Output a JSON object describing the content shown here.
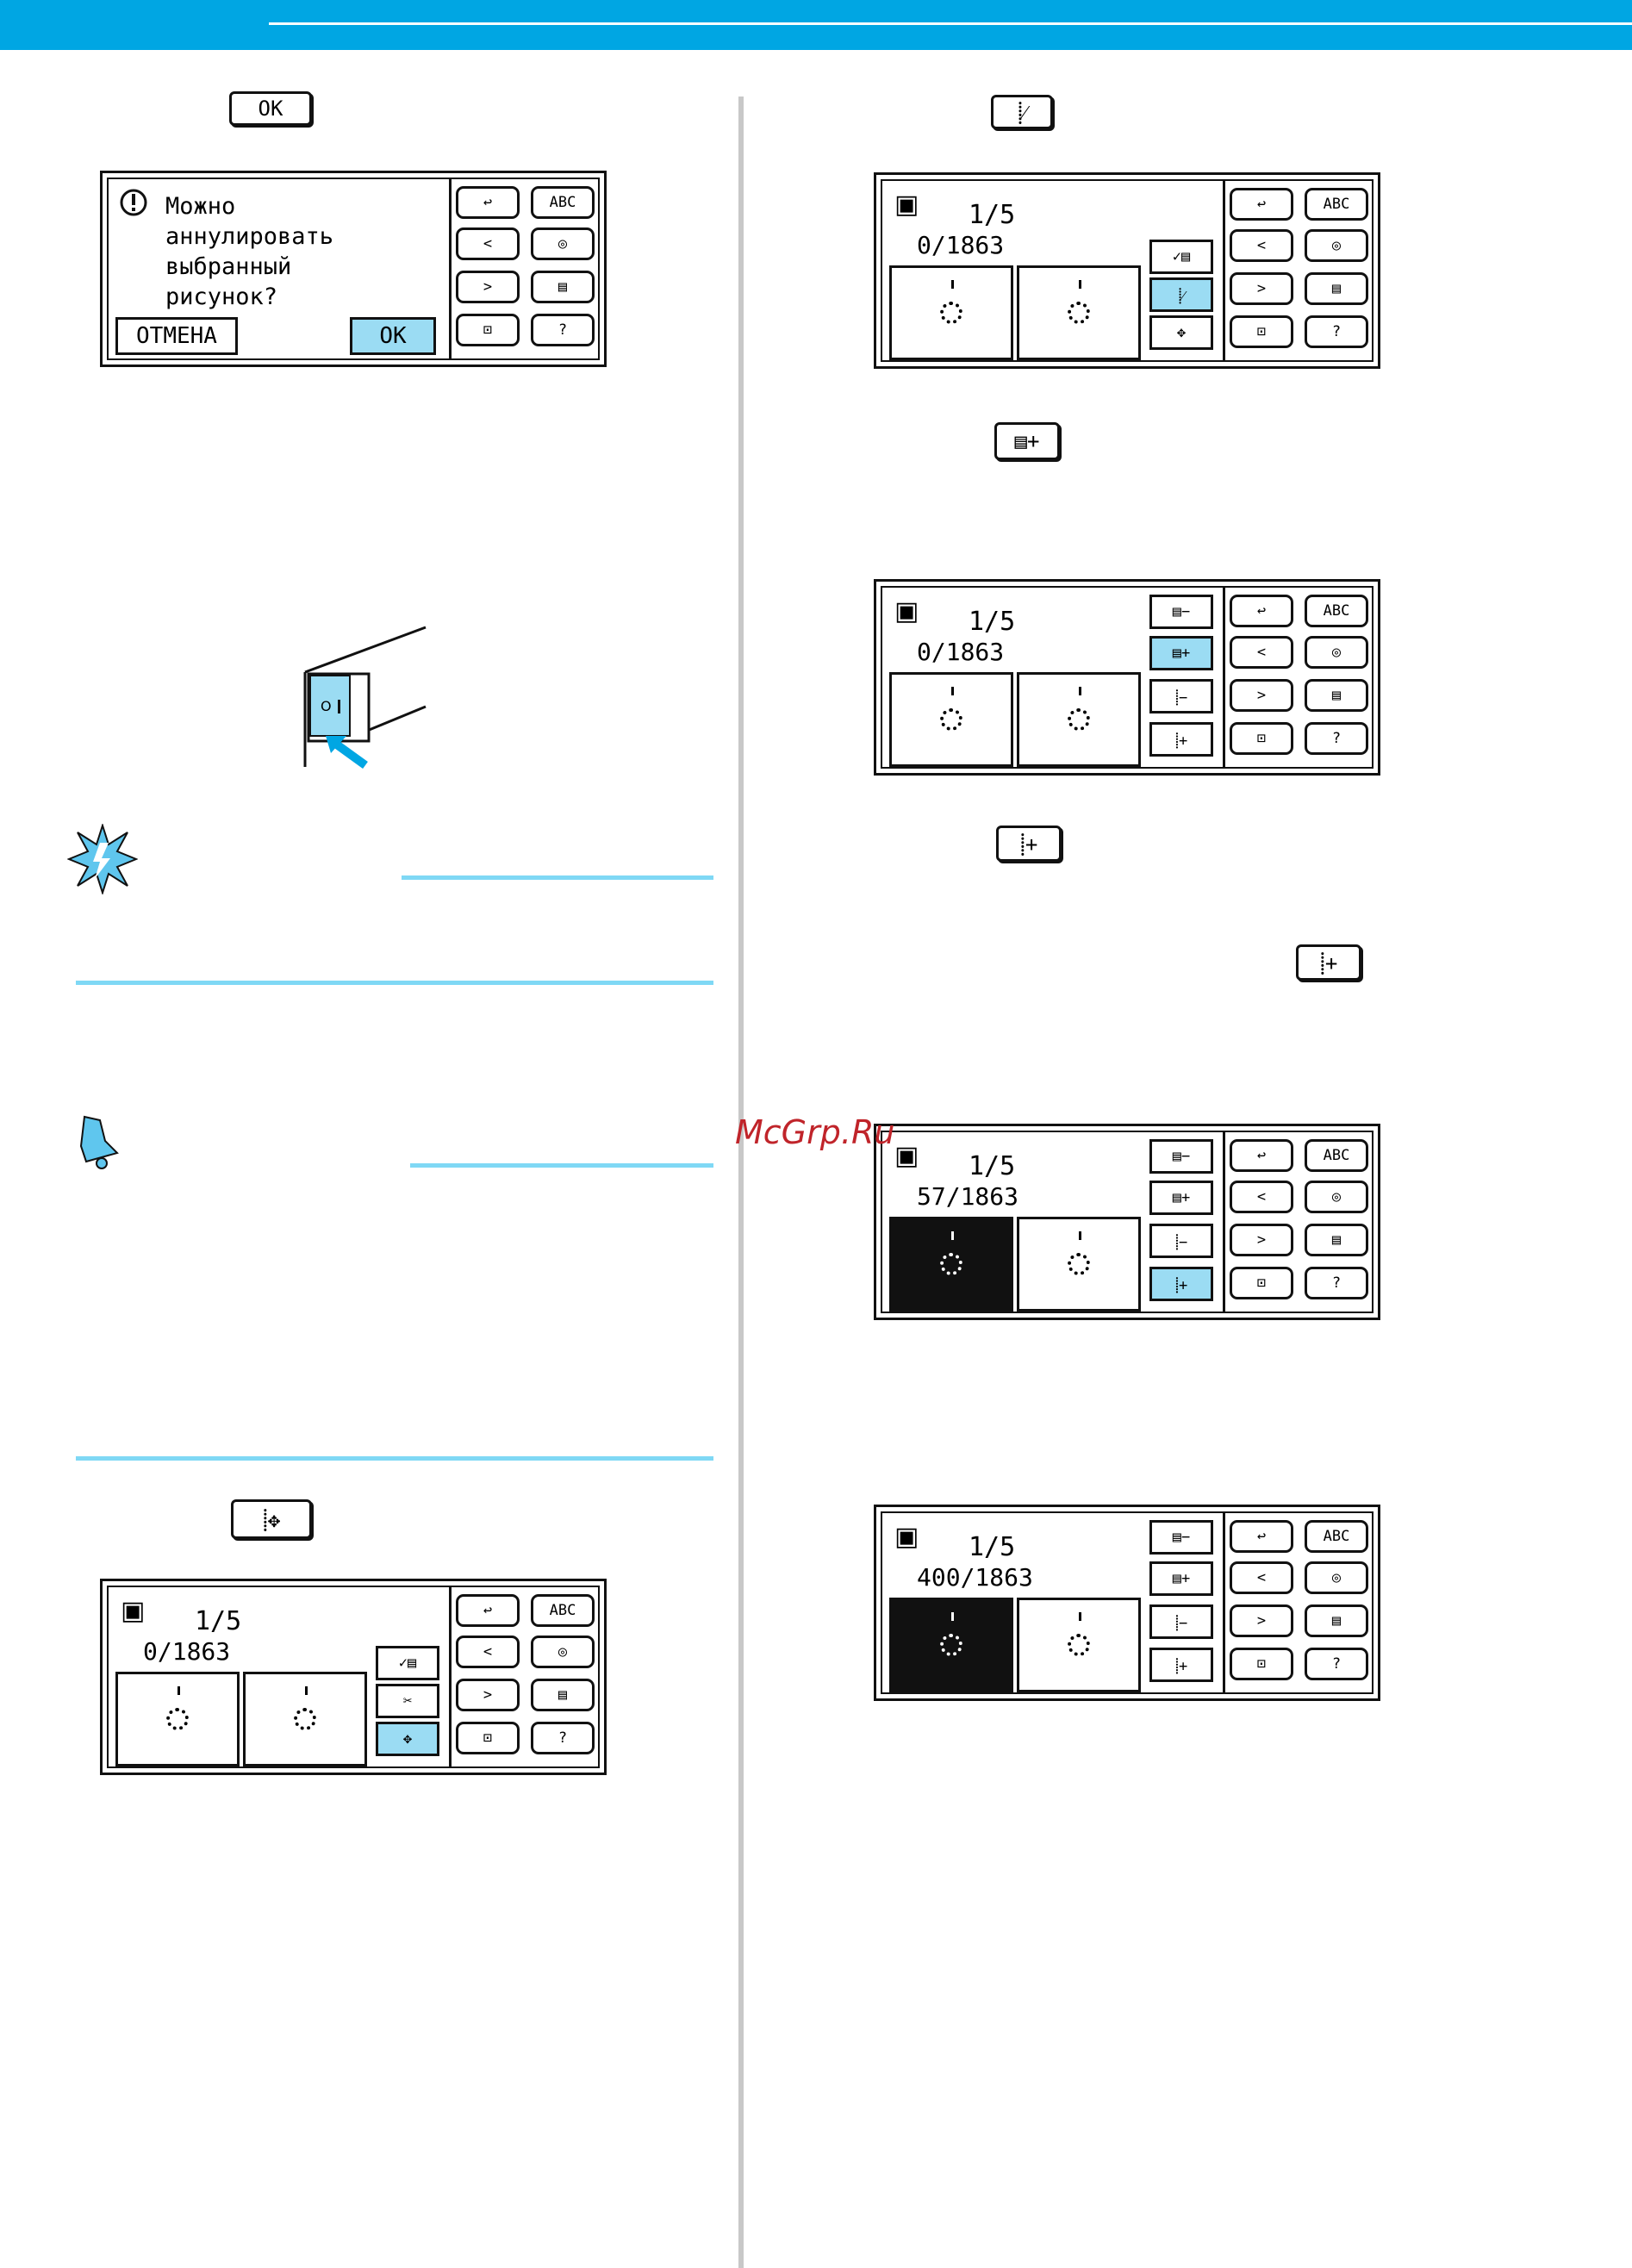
{
  "colors": {
    "accent": "#00a6e3",
    "rule": "#7fd8f5",
    "highlight": "#9bdcf3",
    "watermark": "#c0242a"
  },
  "watermark": "McGrp.Ru",
  "keys": {
    "ok": "OK",
    "cancel": "ОТМЕНА"
  },
  "dialog": {
    "message_lines": [
      "Можно",
      "аннулировать",
      "выбранный",
      "рисунок?"
    ],
    "cancel_label": "ОТМЕНА",
    "ok_label": "OK"
  },
  "panels": {
    "p1": {
      "frame": "1/5",
      "stitches": "0/1863"
    },
    "p2": {
      "frame": "1/5",
      "stitches": "0/1863"
    },
    "p3": {
      "frame": "1/5",
      "stitches": "0/1863"
    },
    "p4": {
      "frame": "1/5",
      "stitches": "57/1863"
    },
    "p5": {
      "frame": "1/5",
      "stitches": "400/1863"
    }
  },
  "icons": [
    "back-icon",
    "letters-icon",
    "prev-icon",
    "embroidery-icon",
    "next-icon",
    "file-icon",
    "hoop-icon",
    "help-icon",
    "thread-check-icon",
    "needle-start-icon",
    "move-icon",
    "minus-icon",
    "plus-icon",
    "tip-icon",
    "bell-icon",
    "power-switch"
  ]
}
